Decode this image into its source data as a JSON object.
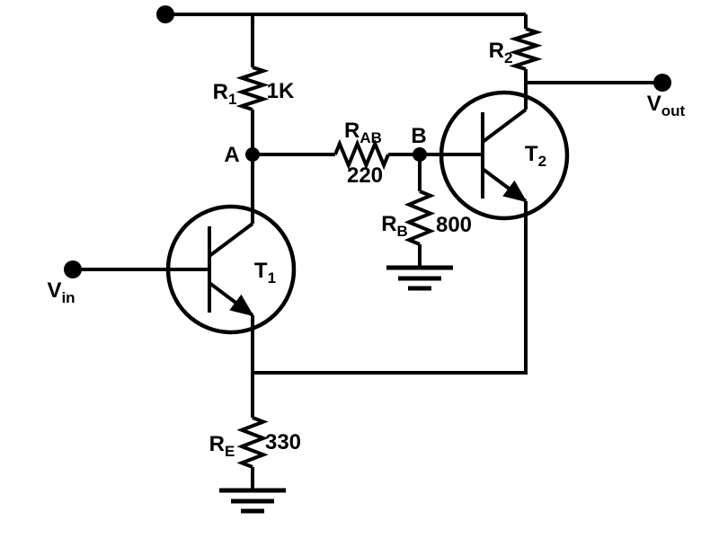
{
  "diagram": {
    "type": "transistor-amplifier-circuit-schematic",
    "background_color": "#ffffff",
    "line_color": "#000000"
  },
  "labels": {
    "r1": {
      "base": "R",
      "sub": "1",
      "value": "1K"
    },
    "r2": {
      "base": "R",
      "sub": "2"
    },
    "rab": {
      "base": "R",
      "sub": "AB",
      "value": "220"
    },
    "rb": {
      "base": "R",
      "sub": "B",
      "value": "800"
    },
    "re": {
      "base": "R",
      "sub": "E",
      "value": "330"
    },
    "t1": {
      "base": "T",
      "sub": "1"
    },
    "t2": {
      "base": "T",
      "sub": "2"
    },
    "node_a": "A",
    "node_b": "B",
    "vin": {
      "base": "V",
      "sub": "in"
    },
    "vout": {
      "base": "V",
      "sub": "out"
    }
  }
}
